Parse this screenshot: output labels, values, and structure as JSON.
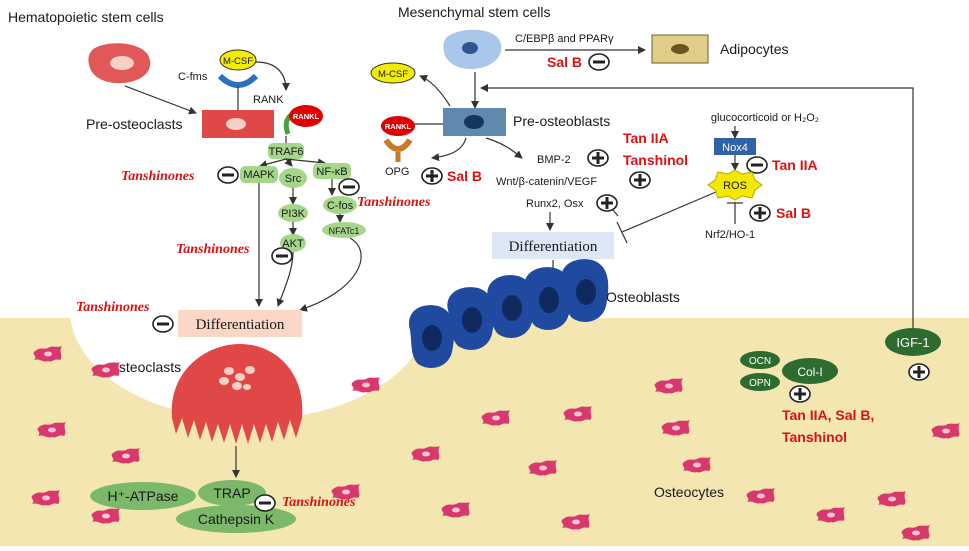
{
  "titles": {
    "hsc": "Hematopoietic stem cells",
    "msc": "Mesenchymal stem cells"
  },
  "osteoclast_side": {
    "mcsf": "M-CSF",
    "cfms": "C-fms",
    "rank": "RANK",
    "rankl": "RANKL",
    "pre_osteoclasts": "Pre-osteoclasts",
    "traf6": "TRAF6",
    "mapk": "MAPK",
    "src": "Src",
    "nfkb": "NF-κB",
    "pi3k": "PI3K",
    "akt": "AKT",
    "cfos": "C-fos",
    "nfatc1": "NFATc1",
    "differentiation": "Differentiation",
    "osteoclasts": "Osteoclasts",
    "h_atpase": "H⁺-ATPase",
    "trap": "TRAP",
    "cathepsin_k": "Cathepsin K"
  },
  "osteoblast_side": {
    "cebp": "C/EBPβ and PPARγ",
    "adipocytes": "Adipocytes",
    "mcsf": "M-CSF",
    "pre_osteoblasts": "Pre-osteoblasts",
    "rankl": "RANKL",
    "opg": "OPG",
    "bmp2": "BMP-2",
    "wnt": "Wnt/β-catenin/VEGF",
    "runx2": "Runx2, Osx",
    "differentiation": "Differentiation",
    "osteoblasts": "Osteoblasts",
    "glucocorticoid": "glucocorticoid or H₂O₂",
    "nox4": "Nox4",
    "ros": "ROS",
    "nrf2": "Nrf2/HO-1",
    "igf1": "IGF-1",
    "ocn": "OCN",
    "opn": "OPN",
    "col1": "Col-I",
    "osteocytes": "Osteocytes"
  },
  "drugs": {
    "tanshinones": "Tanshinones",
    "sal_b": "Sal B",
    "tan_iia": "Tan IIA",
    "tanshinol": "Tanshinol",
    "bottom_combo": "Tan IIA, Sal B,"
  },
  "colors": {
    "bone": "#f3e6b0",
    "red_cell": "#e04848",
    "green_node": "#a6d68a",
    "dark_green": "#2e6b2e",
    "osteoblast_blue": "#23469a",
    "highlight_red": "#e01010"
  }
}
